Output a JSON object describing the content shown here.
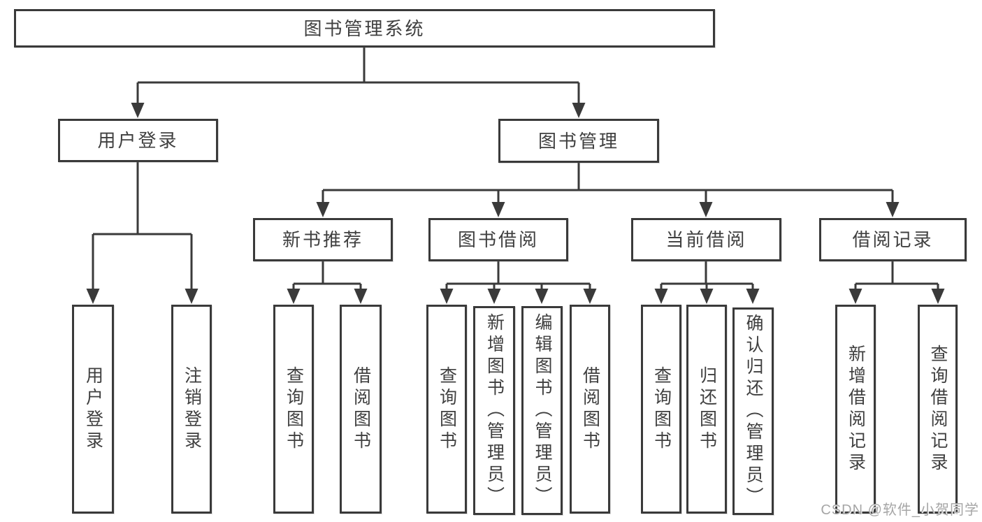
{
  "diagram": {
    "root": {
      "label": "图书管理系统"
    },
    "branches": [
      {
        "label": "用户登录",
        "children": [
          {
            "label": "用户登录"
          },
          {
            "label": "注销登录"
          }
        ]
      },
      {
        "label": "图书管理",
        "children": [
          {
            "label": "新书推荐",
            "children": [
              {
                "label": "查询图书"
              },
              {
                "label": "借阅图书"
              }
            ]
          },
          {
            "label": "图书借阅",
            "children": [
              {
                "label": "查询图书"
              },
              {
                "label": "新增图书（管理员）"
              },
              {
                "label": "编辑图书（管理员）"
              },
              {
                "label": "借阅图书"
              }
            ]
          },
          {
            "label": "当前借阅",
            "children": [
              {
                "label": "查询图书"
              },
              {
                "label": "归还图书"
              },
              {
                "label": "确认归还（管理员）"
              }
            ]
          },
          {
            "label": "借阅记录",
            "children": [
              {
                "label": "新增借阅记录"
              },
              {
                "label": "查询借阅记录"
              }
            ]
          }
        ]
      }
    ]
  },
  "colors": {
    "line": "#3a3a3a",
    "box_border": "#3a3a3a",
    "text": "#3f3f3f",
    "background": "#ffffff",
    "watermark": "#a6a6a6"
  },
  "watermark": {
    "text": "CSDN @软件_小贺同学"
  }
}
